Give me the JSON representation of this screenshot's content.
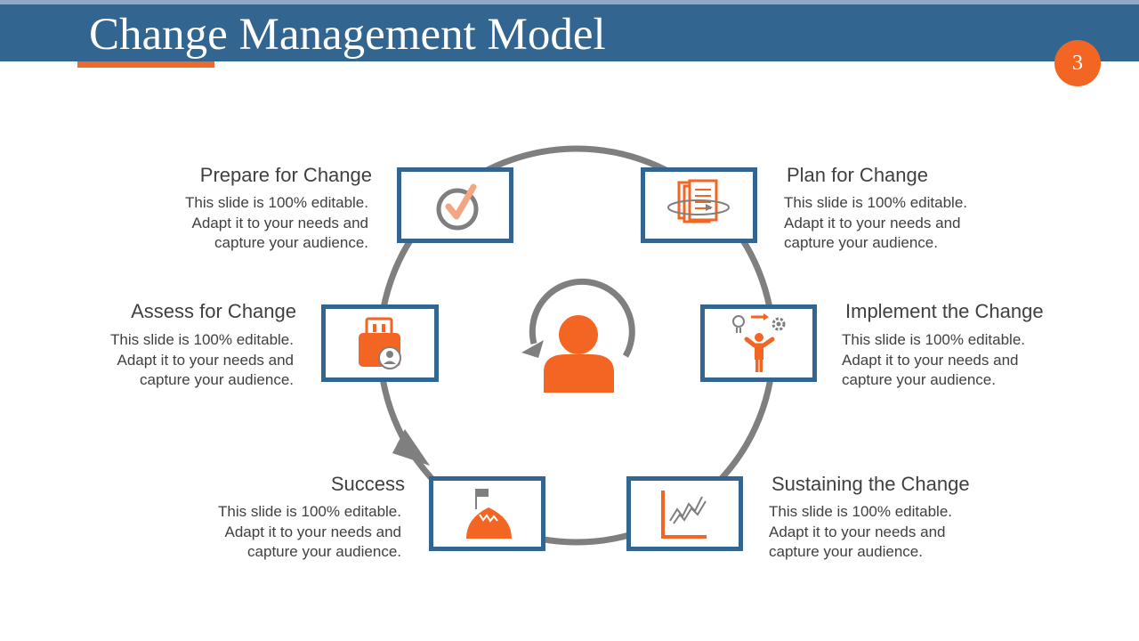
{
  "slide": {
    "title": "Change Management Model",
    "page_number": "3"
  },
  "colors": {
    "header": "#336591",
    "accent": "#F26522",
    "ring": "#7F7F80",
    "text": "#404040"
  },
  "center_icon": "person-with-cycle-arrow-icon",
  "steps": [
    {
      "id": "prepare",
      "title": "Prepare for Change",
      "description": "This slide is 100% editable.\nAdapt it to your needs and\ncapture your audience.",
      "icon": "checkmark-circle-icon"
    },
    {
      "id": "plan",
      "title": "Plan for Change",
      "description": "This slide is 100% editable.\nAdapt it to your needs and\ncapture your audience.",
      "icon": "documents-icon"
    },
    {
      "id": "implement",
      "title": "Implement the Change",
      "description": "This slide is 100% editable.\nAdapt it to your needs and\ncapture your audience.",
      "icon": "idea-to-gear-person-icon"
    },
    {
      "id": "sustain",
      "title": "Sustaining the Change",
      "description": "This slide is 100% editable.\nAdapt it to your needs and\ncapture your audience.",
      "icon": "line-chart-icon"
    },
    {
      "id": "success",
      "title": "Success",
      "description": "This slide is 100% editable.\nAdapt it to your needs and\ncapture your audience.",
      "icon": "mountain-flag-icon"
    },
    {
      "id": "assess",
      "title": "Assess for Change",
      "description": "This slide is 100% editable.\nAdapt it to your needs and\ncapture your audience.",
      "icon": "bag-with-user-icon"
    }
  ]
}
